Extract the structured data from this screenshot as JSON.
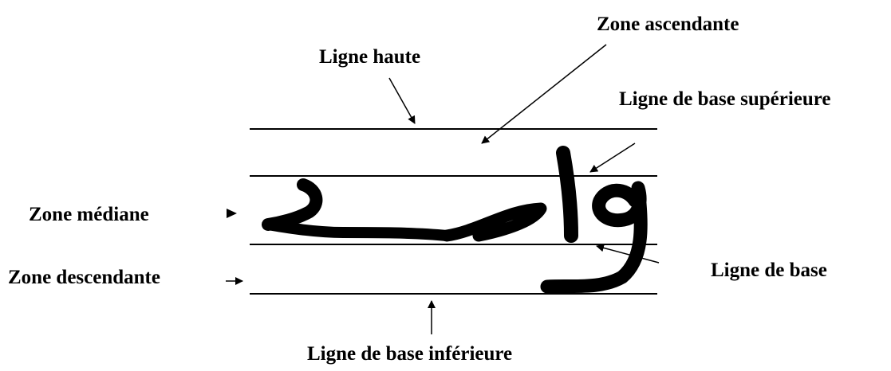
{
  "labels": {
    "zone_ascendante": "Zone ascendante",
    "ligne_haute": "Ligne haute",
    "ligne_base_superieure": "Ligne de base supérieure",
    "zone_mediane": "Zone médiane",
    "zone_descendante": "Zone descendante",
    "ligne_de_base": "Ligne de base",
    "ligne_base_inferieure": "Ligne de base inférieure"
  },
  "colors": {
    "ink": "#000000",
    "background": "#ffffff"
  }
}
